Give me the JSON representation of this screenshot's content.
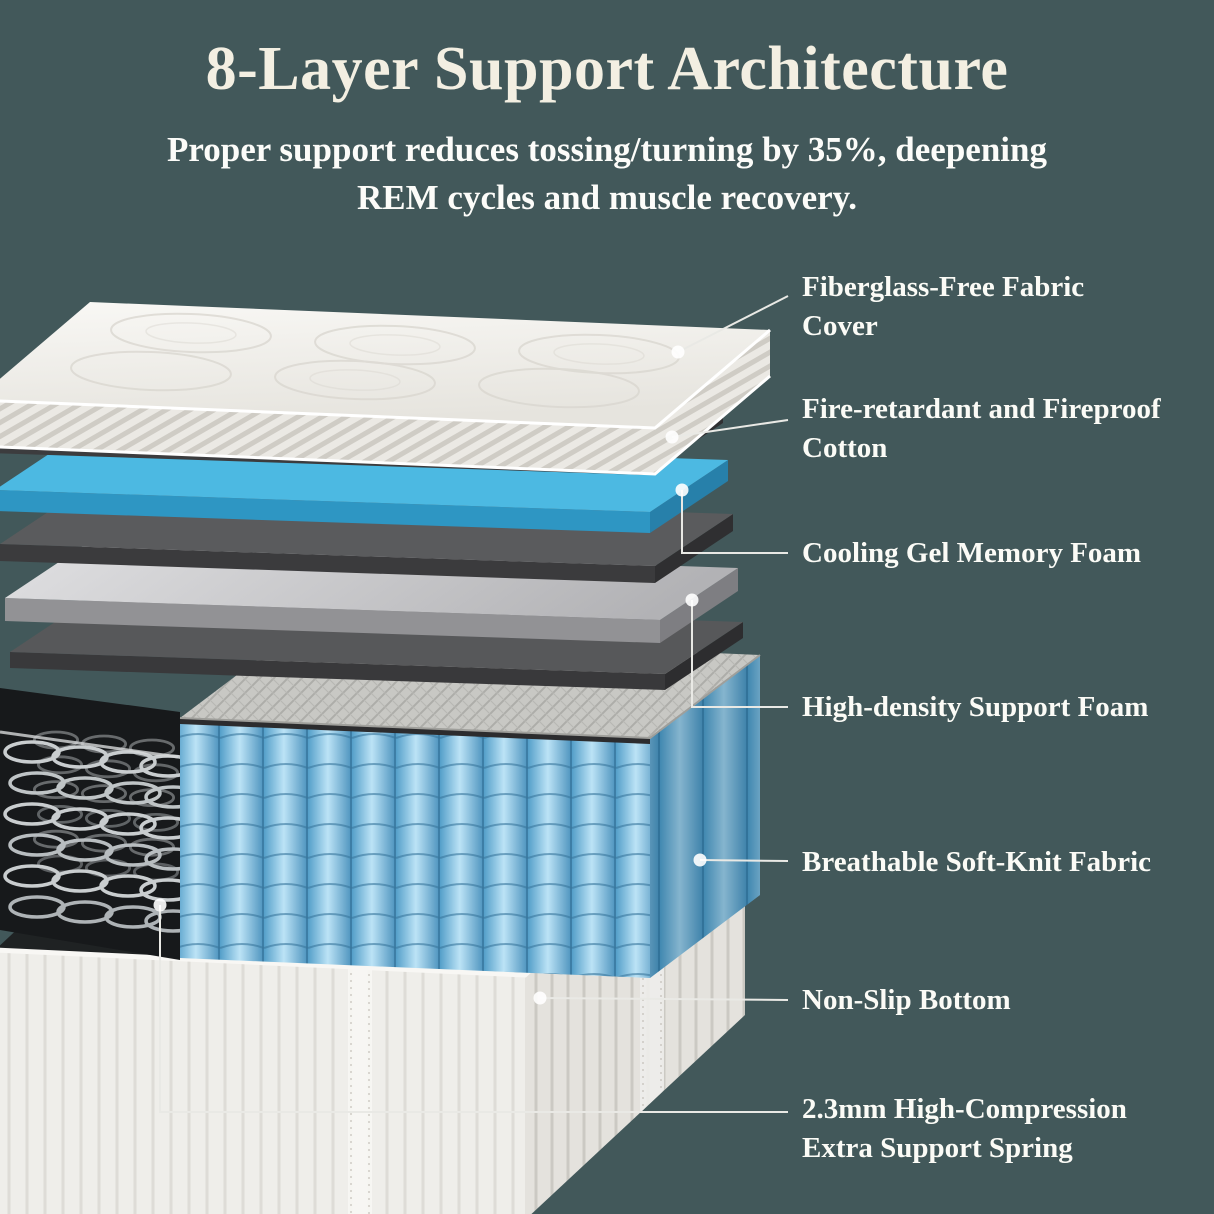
{
  "title": "8-Layer Support Architecture",
  "subtitle": {
    "line1": "Proper support reduces tossing/turning by 35%, deepening",
    "line2": "REM cycles and muscle recovery."
  },
  "callouts": [
    {
      "label": "Fiberglass-Free Fabric Cover"
    },
    {
      "label": "Fire-retardant and Fireproof Cotton"
    },
    {
      "label": "Cooling Gel Memory Foam"
    },
    {
      "label": "High-density Support Foam"
    },
    {
      "label": "Breathable Soft-Knit Fabric"
    },
    {
      "label": "Non-Slip Bottom"
    },
    {
      "label": "2.3mm High-Compression Extra Support Spring"
    }
  ],
  "diagram": {
    "type": "exploded-mattress-layer-stack",
    "layer_count": 8,
    "layers_top_to_bottom": [
      {
        "name": "fabric-cover",
        "color": "#f3f1ec"
      },
      {
        "name": "fireproof-cotton",
        "color": "#5b5c5e"
      },
      {
        "name": "cooling-gel-memory-foam",
        "color": "#4cb9e2"
      },
      {
        "name": "dark-foam",
        "color": "#5b5c5e"
      },
      {
        "name": "high-density-support-foam",
        "color": "#cbcbcd"
      },
      {
        "name": "dark-foam-2",
        "color": "#5b5c5e"
      },
      {
        "name": "pocketed-coils-and-springs",
        "color": "#8ecbea"
      },
      {
        "name": "soft-knit-base-with-non-slip-bottom",
        "color": "#efeeea"
      }
    ]
  },
  "colors": {
    "background": "#42585a",
    "title_text": "#f3efe2",
    "body_text": "#fbfbf6",
    "leader_line": "#e9e9e5",
    "gel_foam_blue": "#4cb9e2",
    "coil_blue": "#8ecbea",
    "foam_gray": "#5b5c5e",
    "foam_silver": "#cbcbcd",
    "fabric_white": "#f3f1ec"
  }
}
